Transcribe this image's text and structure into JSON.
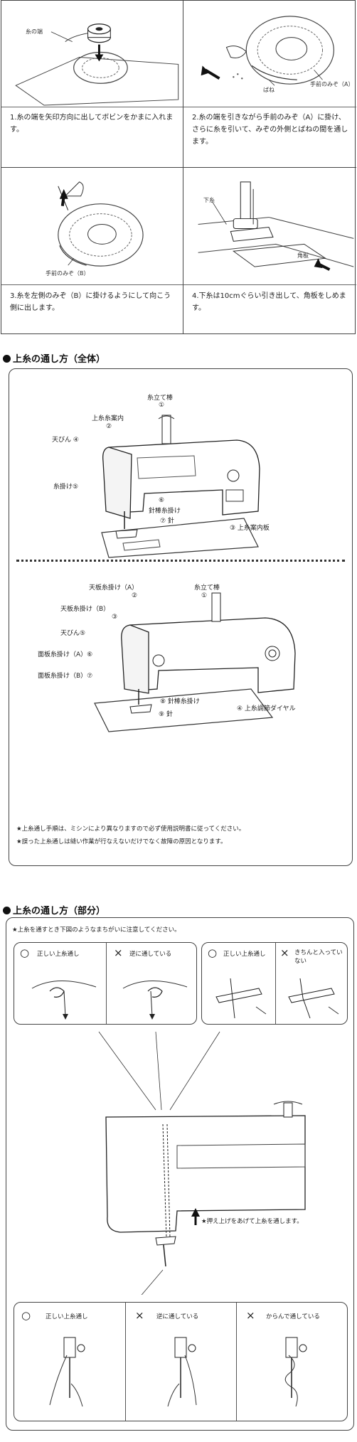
{
  "steps": [
    {
      "text": "1.糸の端を矢印方向に出してボビンをかまに入れます。",
      "labels": [
        "糸の端"
      ]
    },
    {
      "text": "2.糸の端を引きながら手前のみぞ（A）に掛け、さらに糸を引いて、みぞの外側とばねの間を通します。",
      "labels": [
        "ばね",
        "手前のみぞ（A）"
      ]
    },
    {
      "text": "3.糸を左側のみぞ（B）に掛けるようにして向こう側に出します。",
      "labels": [
        "手前のみぞ（B）"
      ]
    },
    {
      "text": "4.下糸は10cmぐらい引き出して、角板をしめます。",
      "labels": [
        "下糸",
        "角板"
      ]
    }
  ],
  "section1": {
    "title": "上糸の通し方（全体）",
    "top_labels": [
      "糸立て棒",
      "①",
      "上糸糸案内",
      "②",
      "天びん ④",
      "糸掛け⑤",
      "⑥",
      "針棒糸掛け",
      "⑦ 針",
      "③ 上糸案内板"
    ],
    "bottom_labels": [
      "天板糸掛け（A）",
      "②",
      "糸立て棒",
      "①",
      "天板糸掛け（B）",
      "③",
      "天びん⑤",
      "面板糸掛け（A）⑥",
      "面板糸掛け（B）⑦",
      "⑧ 針棒糸掛け",
      "⑨ 針",
      "④ 上糸調節ダイヤル"
    ],
    "notes": [
      "★上糸通し手順は、ミシンにより異なりますので必ず使用説明書に従ってください。",
      "★誤った上糸通しは縫い作業が行なえないだけでなく故障の原因となります。"
    ]
  },
  "section2": {
    "title": "上糸の通し方（部分）",
    "intro": "★上糸を通すとき下図のようなまちがいに注意してください。",
    "box1": [
      {
        "mark": "○",
        "label": "正しい上糸通し"
      },
      {
        "mark": "×",
        "label": "逆に通している"
      }
    ],
    "box2": [
      {
        "mark": "○",
        "label": "正しい上糸通し"
      },
      {
        "mark": "×",
        "label": "きちんと入っていない"
      }
    ],
    "foot_note": "★押え上げをあげて上糸を通します。",
    "box3": [
      {
        "mark": "○",
        "label": "正しい上糸通し"
      },
      {
        "mark": "×",
        "label": "逆に通している"
      },
      {
        "mark": "×",
        "label": "からんで通している"
      }
    ]
  }
}
